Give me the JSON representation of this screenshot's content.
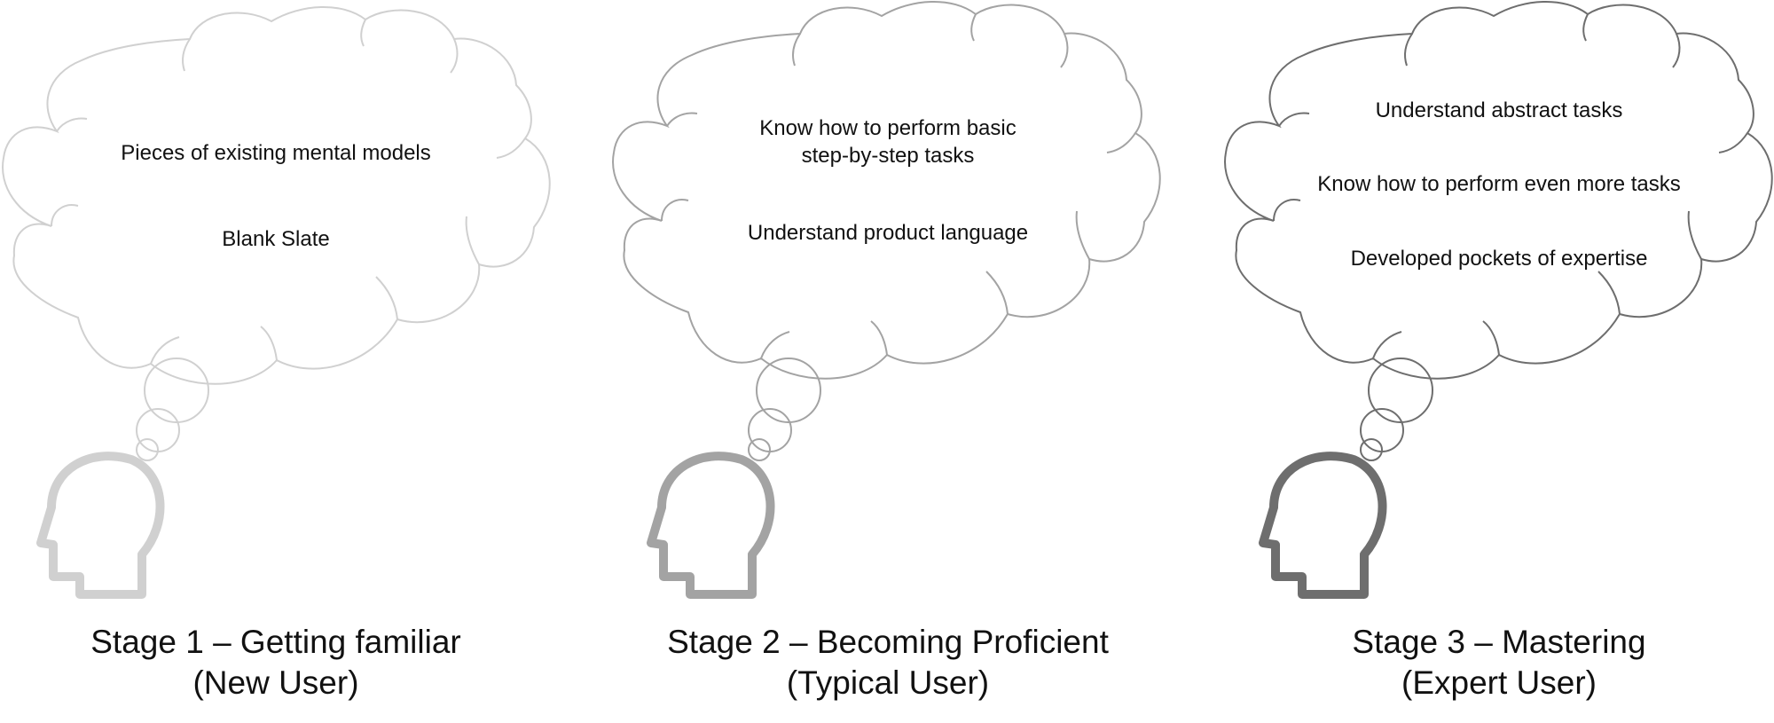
{
  "stages": [
    {
      "color": "#d0d0d0",
      "lines": [
        "Pieces of existing mental models",
        "Blank Slate"
      ],
      "title": "Stage 1 – Getting familiar",
      "subtitle": "(New User)"
    },
    {
      "color": "#a3a3a3",
      "lines": [
        "Know how to perform basic",
        "step-by-step tasks",
        "Understand product language"
      ],
      "title": "Stage 2 – Becoming Proficient",
      "subtitle": "(Typical User)"
    },
    {
      "color": "#6e6e6e",
      "lines": [
        "Understand abstract tasks",
        "Know how to perform even more tasks",
        "Developed pockets of expertise"
      ],
      "title": "Stage 3 – Mastering",
      "subtitle": "(Expert User)"
    }
  ]
}
